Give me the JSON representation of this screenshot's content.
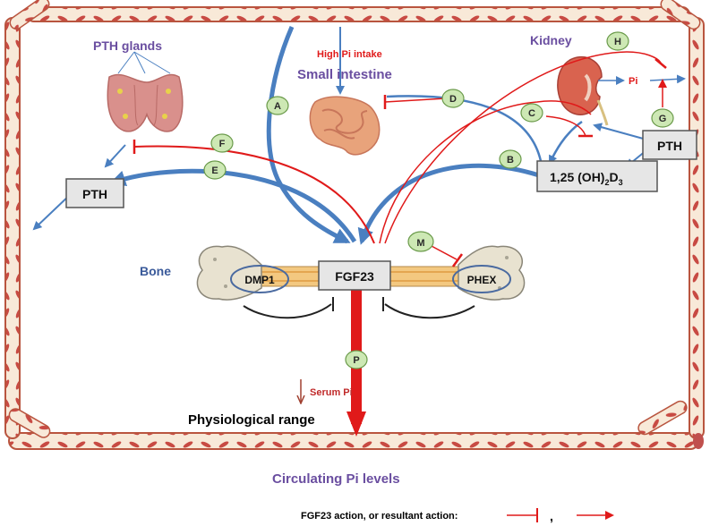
{
  "organs": {
    "pth_glands": "PTH glands",
    "kidney": "Kidney",
    "small_intestine": "Small intestine",
    "bone": "Bone",
    "high_pi_intake": "High Pi intake"
  },
  "boxes": {
    "pth_left": "PTH",
    "pth_right": "PTH",
    "fgf23": "FGF23",
    "vitd": {
      "main": "1,25 (OH)",
      "sub1": "2",
      "mid": "D",
      "sub2": "3"
    },
    "dmp1": "DMP1",
    "phex": "PHEX"
  },
  "kidney_pi": "Pi",
  "markers": [
    "A",
    "B",
    "C",
    "D",
    "E",
    "F",
    "G",
    "H",
    "M",
    "P"
  ],
  "serum_pi": "Serum Pi",
  "physiological_range": "Physiological range",
  "circulating": "Circulating Pi levels",
  "legend": {
    "text": "FGF23 action, or resultant action:",
    "sep": ","
  },
  "colors": {
    "blue": "#4a7fc0",
    "red": "#e01a1a",
    "purple": "#6a4ea0",
    "vessel": "#c0504d"
  }
}
